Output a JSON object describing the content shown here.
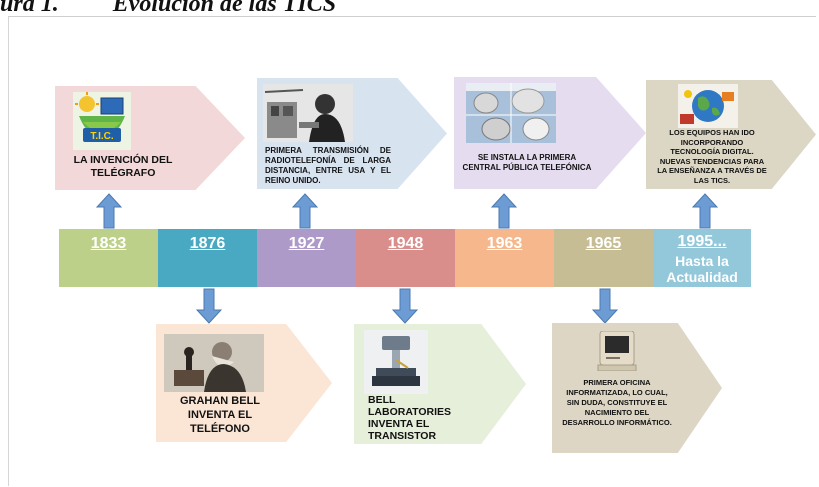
{
  "title": "ura 1.         Evolución de las TICS",
  "boxes": [
    {
      "text": "LA INVENCIÓN DEL TELÉGRAFO",
      "logo_text": "T.I.C.",
      "color": "#f2d8d8"
    },
    {
      "text": "PRIMERA TRANSMISIÓN DE RADIOTELEFONÍA DE LARGA DISTANCIA, ENTRE USA Y EL REINO UNIDO.",
      "color": "#d8e3f0"
    },
    {
      "text": "SE INSTALA LA PRIMERA CENTRAL PÚBLICA TELEFÓNICA",
      "color": "#e6dcef"
    },
    {
      "text": "LOS EQUIPOS HAN IDO INCORPORANDO TECNOLOGÍA DIGITAL. NUEVAS TENDENCIAS PARA LA ENSEÑANZA A TRAVÉS DE LAS TICS.",
      "color": "#dcd6c4"
    },
    {
      "text": "GRAHAN BELL INVENTA EL TELÉFONO",
      "color": "#fbe6d6"
    },
    {
      "text": "BELL LABORATORIES INVENTA EL TRANSISTOR",
      "color": "#e6efd9"
    },
    {
      "text": "PRIMERA OFICINA INFORMATIZADA, LO CUAL, SIN DUDA, CONSTITUYE EL NACIMIENTO DEL DESARROLLO INFORMÁTICO.",
      "color": "#ddd6c4"
    }
  ],
  "timeline": [
    {
      "year": "1833",
      "color": "#bcd089"
    },
    {
      "year": "1876",
      "color": "#4aa9c2"
    },
    {
      "year": "1927",
      "color": "#ad9ac8"
    },
    {
      "year": "1948",
      "color": "#d98e8b"
    },
    {
      "year": "1963",
      "color": "#f5b78b"
    },
    {
      "year": "1965",
      "color": "#c7bd94"
    },
    {
      "year": "1995...",
      "sub": "Hasta la Actualidad",
      "color": "#93c8da"
    }
  ],
  "arrow_color": "#6d9bd3"
}
